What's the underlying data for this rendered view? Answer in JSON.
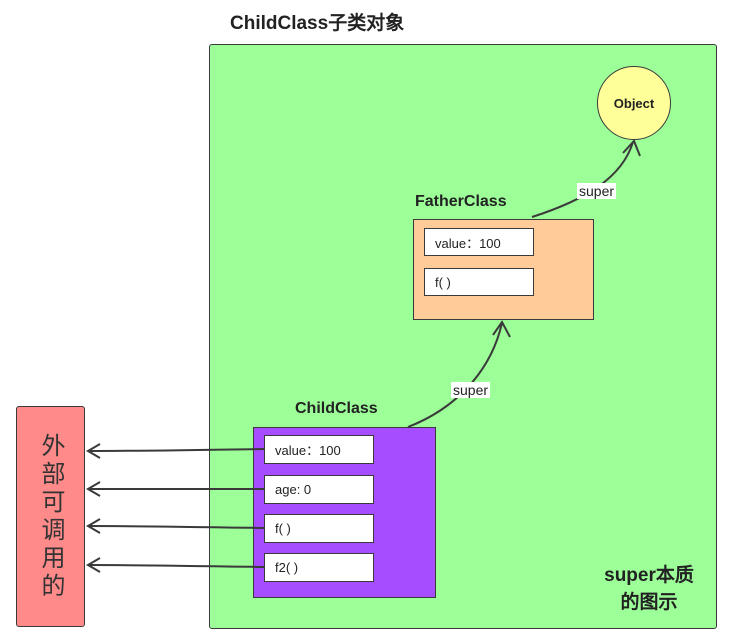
{
  "title": "ChildClass子类对象",
  "object_node": {
    "label": "Object"
  },
  "father_class": {
    "label": "FatherClass",
    "fields": [
      "value：100",
      "f( )"
    ]
  },
  "child_class": {
    "label": "ChildClass",
    "fields": [
      "value：100",
      "age: 0",
      "f( )",
      "f2( )"
    ]
  },
  "edges": {
    "child_to_father": "super",
    "father_to_object": "super"
  },
  "external_caller": {
    "label": "外部可调用的"
  },
  "note": {
    "line1": "super本质",
    "line2": "的图示"
  },
  "colors": {
    "outer_fill": "#9cff98",
    "object_fill": "#ffff99",
    "father_fill": "#ffcc99",
    "child_fill": "#a64dff",
    "external_fill": "#ff8a8a"
  }
}
